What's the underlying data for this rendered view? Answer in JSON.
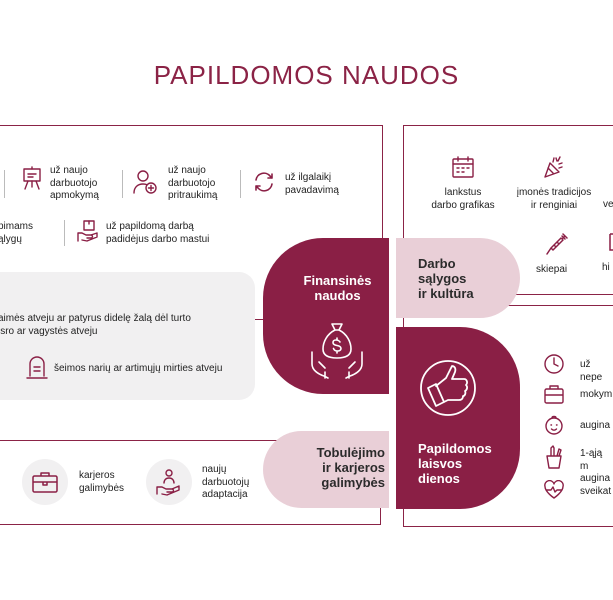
{
  "title": "PAPILDOMOS NAUDOS",
  "colors": {
    "brand": "#8a1f45",
    "pink": "#e9cfd7",
    "gray_panel": "#f1f0f1"
  },
  "center": {
    "financial": {
      "l1": "Finansinės",
      "l2": "naudos",
      "icon": "money-bag-hands-icon"
    },
    "work": {
      "l1": "Darbo",
      "l2": "sąlygos",
      "l3": "ir kultūra"
    },
    "career": {
      "l1": "Tobulėjimo",
      "l2": "ir karjeros",
      "l3": "galimybės"
    },
    "days": {
      "l1": "Papildomos",
      "l2": "laisvos",
      "l3": "dienos",
      "icon": "thumbs-up-icon"
    }
  },
  "financial": {
    "row1": [
      {
        "l1": "už naujo",
        "l2": "darbuotojo",
        "l3": "apmokymą",
        "icon": "easel-icon"
      },
      {
        "l1": "už naujo",
        "l2": "darbuotojo",
        "l3": "pritraukimą",
        "icon": "user-add-icon"
      },
      {
        "l1": "už ilgalaikį",
        "l2": "pavadavimą",
        "icon": "swap-arrows-icon"
      }
    ],
    "row2": [
      {
        "l1": "pimams",
        "l2": "ąlygų"
      },
      {
        "l1": "už papildomą darbą",
        "l2": "padidėjus darbo mastui",
        "icon": "hand-box-icon"
      }
    ],
    "pill": {
      "l1": "aimės atveju ar patyrus didelę žalą dėl turto",
      "l2": "isro ar vagystės atveju",
      "l3": "šeimos narių ar artimųjų mirties atveju",
      "icon": "tombstone-icon"
    }
  },
  "work": [
    {
      "l1": "lankstus",
      "l2": "darbo grafikas",
      "icon": "calendar-icon"
    },
    {
      "l1": "įmonės tradicijos",
      "l2": "ir renginiai",
      "icon": "party-popper-icon"
    },
    {
      "l1": "ve"
    },
    {
      "l1": "skiepai",
      "icon": "syringe-icon"
    },
    {
      "l1": "hi"
    }
  ],
  "career": [
    {
      "l1": "karjeros",
      "l2": "galimybės",
      "icon": "briefcase-icon"
    },
    {
      "l1": "naujų",
      "l2": "darbuotojų",
      "l3": "adaptacija",
      "icon": "hand-person-icon"
    }
  ],
  "days": [
    {
      "l1": "už nepe",
      "icon": "clock-icon"
    },
    {
      "l1": "mokym",
      "icon": "suitcase-icon"
    },
    {
      "l1": "augina",
      "icon": "baby-icon"
    },
    {
      "l1": "1-ąją m",
      "l2": "augina",
      "icon": "pencil-cup-icon"
    },
    {
      "l1": "sveikat",
      "icon": "heart-pulse-icon"
    }
  ]
}
